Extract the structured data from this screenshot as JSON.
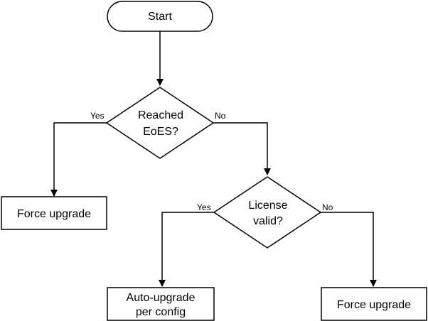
{
  "nodes": {
    "start": {
      "label": "Start"
    },
    "eoes_decision": {
      "lines": [
        "Reached",
        "EoES?"
      ]
    },
    "force_upgrade_left": {
      "label": "Force upgrade"
    },
    "license_decision": {
      "lines": [
        "License",
        "valid?"
      ]
    },
    "auto_upgrade": {
      "lines": [
        "Auto-upgrade",
        "per config"
      ]
    },
    "force_upgrade_right": {
      "label": "Force upgrade"
    }
  },
  "edges": {
    "eoes_yes": "Yes",
    "eoes_no": "No",
    "license_yes": "Yes",
    "license_no": "No"
  }
}
